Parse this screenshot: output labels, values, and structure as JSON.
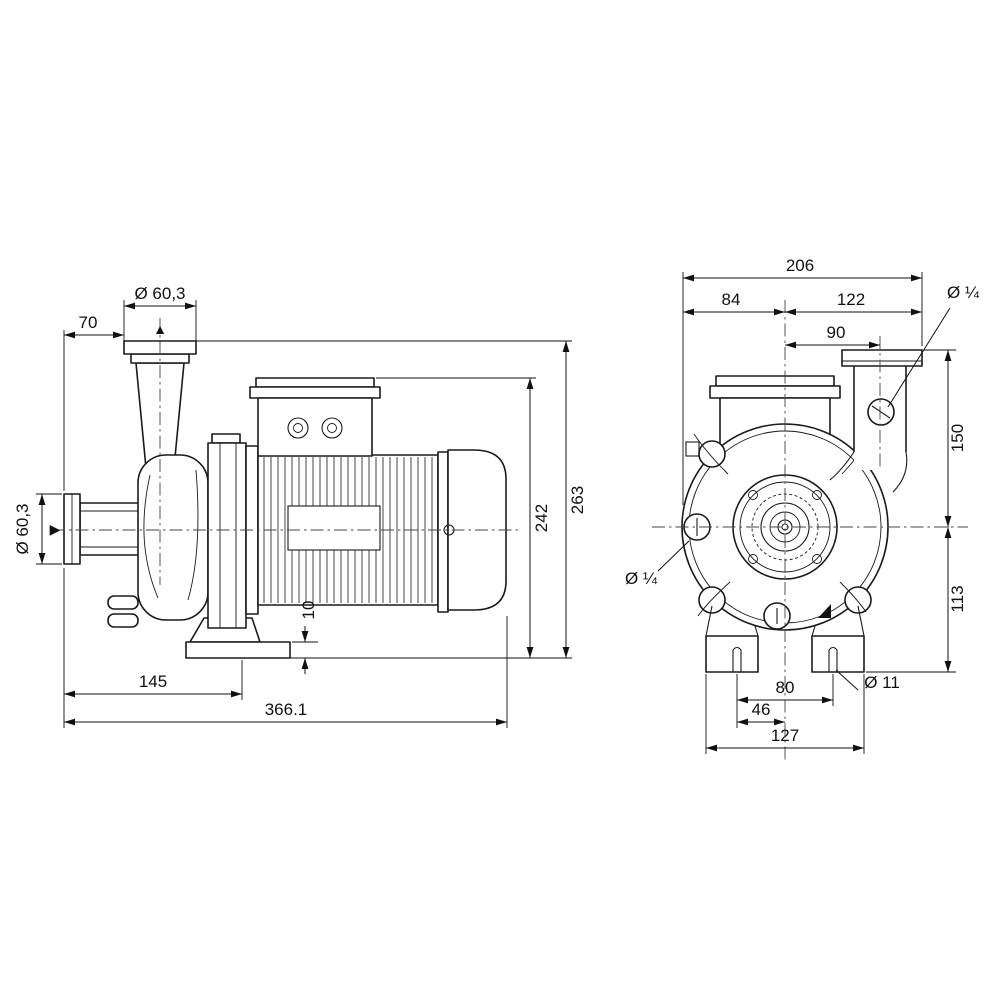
{
  "page": {
    "background": "#ffffff"
  },
  "side_view": {
    "dims": {
      "outlet_diameter": "Ø 60,3",
      "outlet_offset": "70",
      "inlet_diameter": "Ø 60,3",
      "height_to_terminal_box": "242",
      "overall_height": "263",
      "base_plate_thickness": "10",
      "flange_to_motor_length": "145",
      "overall_length": "366.1"
    }
  },
  "front_view": {
    "dims": {
      "overall_width": "206",
      "width_left_of_center": "84",
      "width_right_of_center": "122",
      "outlet_offset_from_center": "90",
      "plug_top": "Ø ¼",
      "height_center_to_outlet_flange": "150",
      "height_base_to_center": "113",
      "plug_side": "Ø ¼",
      "bolt_hole_spacing": "80",
      "bolt_hole_diameter": "Ø 11",
      "bolt_to_center": "46",
      "foot_outer_span": "127"
    }
  },
  "icons": {
    "flow_direction_up": "▲",
    "flow_direction_right": "▶"
  },
  "colors": {
    "line": "#1a1a1a",
    "dimension": "#111111",
    "background": "#ffffff"
  }
}
